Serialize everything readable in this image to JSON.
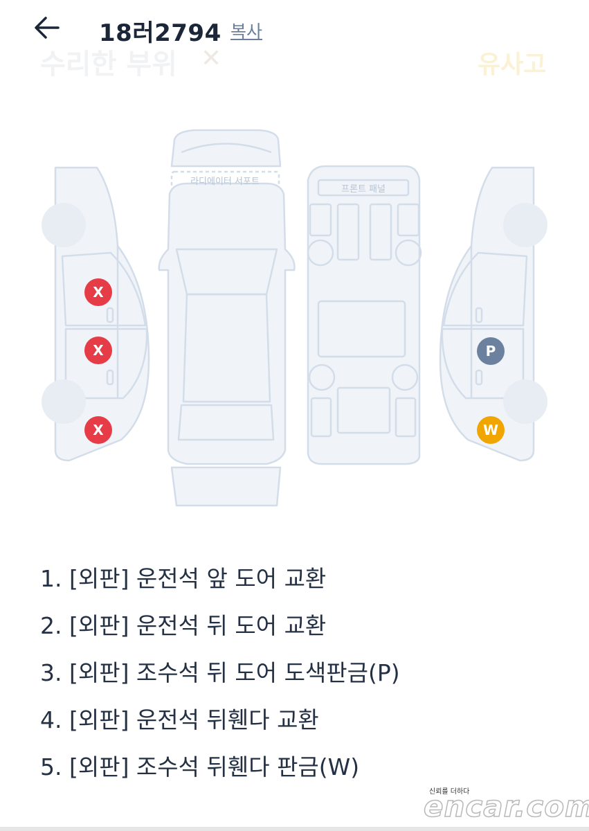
{
  "header": {
    "back_icon": "arrow-left-icon",
    "plate_number": "18러2794",
    "copy_label": "복사",
    "faded_title": "수리한 부위",
    "faded_tools_icon": "tools-icon",
    "faded_right_label": "유사고"
  },
  "diagram": {
    "radiator_support_label": "라디에이터 서포트",
    "front_panel_label": "프론트 패널",
    "marks": [
      {
        "label": "X",
        "type": "exchange",
        "color": "#e53c48"
      },
      {
        "label": "X",
        "type": "exchange",
        "color": "#e53c48"
      },
      {
        "label": "X",
        "type": "exchange",
        "color": "#e53c48"
      },
      {
        "label": "P",
        "type": "paint-sheet-metal",
        "color": "#6b819d"
      },
      {
        "label": "W",
        "type": "sheet-metal",
        "color": "#f0a500"
      }
    ],
    "outline_color": "#d3dde9",
    "fill_color": "#edf1f7"
  },
  "repairs": [
    "1. [외판] 운전석 앞 도어 교환",
    "2. [외판] 운전석 뒤 도어 교환",
    "3. [외판] 조수석 뒤 도어 도색판금(P)",
    "4. [외판] 운전석 뒤휀다 교환",
    "5. [외판] 조수석 뒤휀다 판금(W)"
  ],
  "footer": {
    "slogan": "신뢰를 더하다",
    "logo": "encar.com"
  }
}
